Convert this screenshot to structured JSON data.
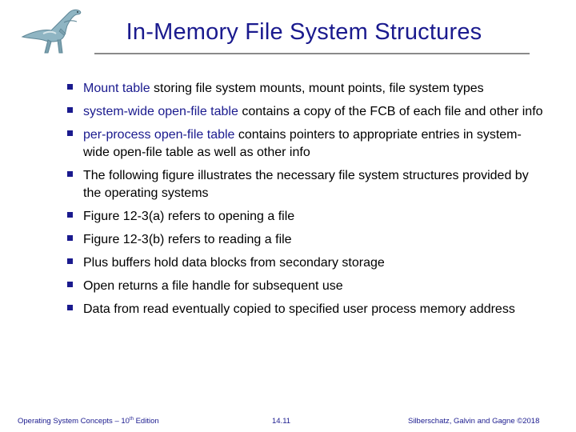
{
  "slide": {
    "title": "In-Memory File System Structures"
  },
  "bullets": [
    {
      "term": "Mount table",
      "text": " storing file system mounts, mount points, file system types"
    },
    {
      "term": "system-wide open-file table",
      "text": " contains a copy of the FCB of each file and other info"
    },
    {
      "term": "per-process open-file table",
      "text": " contains pointers to appropriate entries in system-wide open-file table as well as other info"
    },
    {
      "term": "",
      "text": "The following figure illustrates the necessary file system structures provided by the operating systems"
    },
    {
      "term": "",
      "text": "Figure 12-3(a) refers to opening a file"
    },
    {
      "term": "",
      "text": "Figure 12-3(b) refers to reading a file"
    },
    {
      "term": "",
      "text": "Plus buffers hold data blocks from secondary storage"
    },
    {
      "term": "",
      "text": "Open returns a file handle for subsequent use"
    },
    {
      "term": "",
      "text": "Data from read eventually copied to specified user process memory address"
    }
  ],
  "footer": {
    "book_prefix": "Operating System Concepts – 10",
    "book_sup": "th",
    "book_suffix": " Edition",
    "page": "14.11",
    "copyright": "Silberschatz, Galvin and Gagne ©2018"
  },
  "colors": {
    "accent": "#1a1a8e",
    "logo": "#7fa8b8"
  },
  "icons": {
    "logo": "dinosaur-logo"
  }
}
